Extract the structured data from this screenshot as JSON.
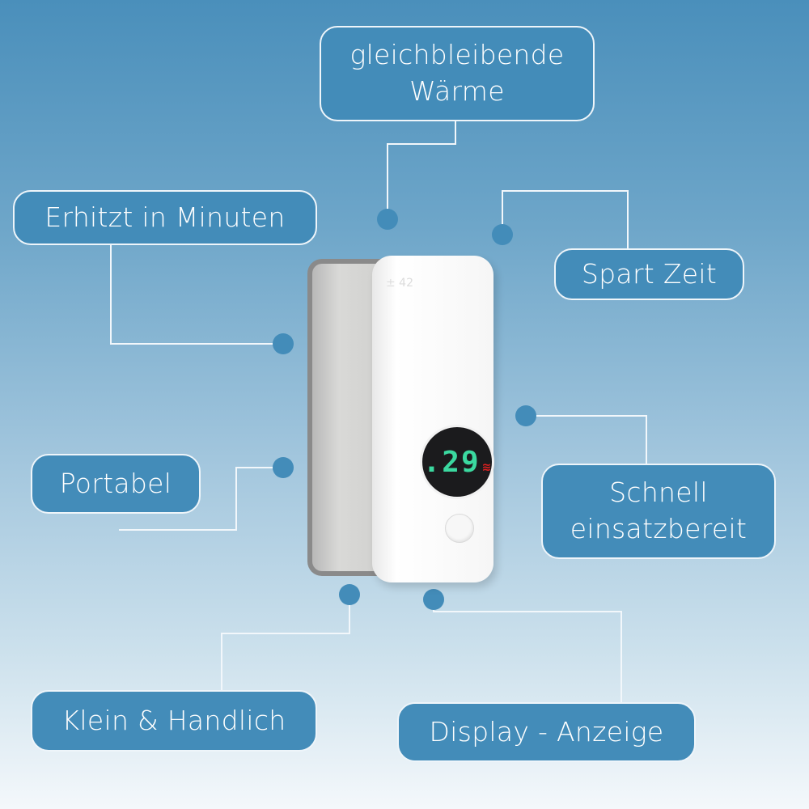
{
  "features": {
    "top": "gleichbleibende Wärme",
    "top_line1": "gleichbleibende",
    "top_line2": "Wärme",
    "heats_in_minutes": "Erhitzt in Minuten",
    "saves_time": "Spart Zeit",
    "portable": "Portabel",
    "quick_ready_line1": "Schnell",
    "quick_ready_line2": "einsatzbereit",
    "small_handy": "Klein & Handlich",
    "display": "Display - Anzeige"
  },
  "device": {
    "display_value": ".29",
    "heat_indicator": "≋",
    "embossed_text": "± 42"
  },
  "colors": {
    "label_bg": "#438cb9",
    "label_border": "#eef5fa",
    "display_digits": "#3bd9a0",
    "heat_icon": "#e02020"
  }
}
